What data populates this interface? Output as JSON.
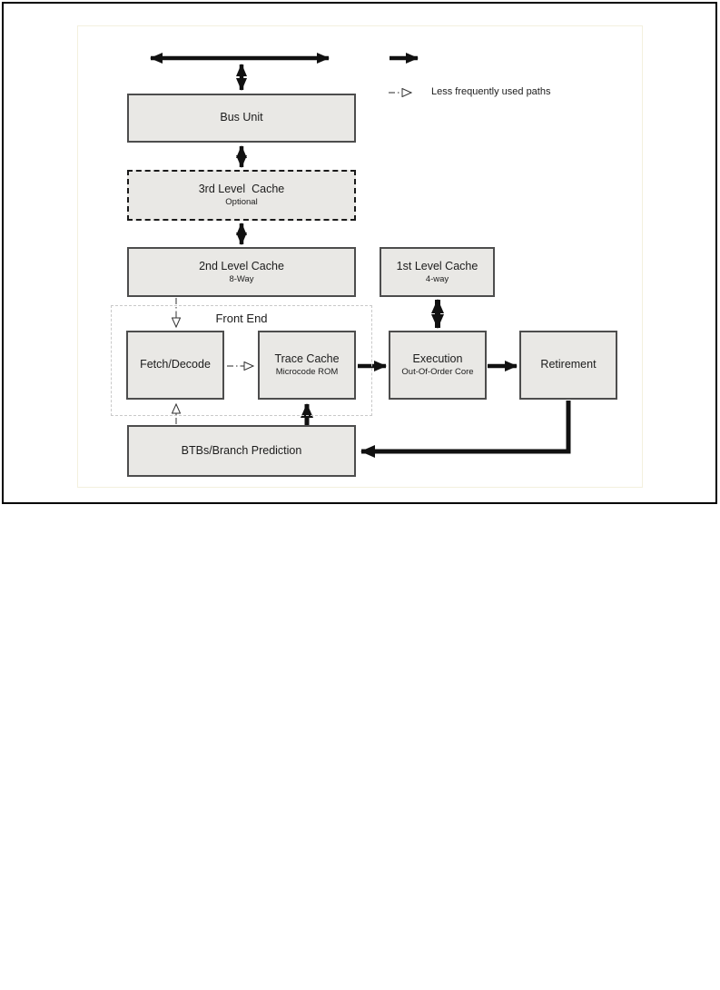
{
  "title": "Processor microarchitecture block diagram",
  "legend": {
    "dashdot_label": "Less frequently used paths",
    "solid_arrow_meaning": "frequently used path",
    "dashdot_arrow_meaning": "less frequently used path"
  },
  "nodes": {
    "bus_unit": {
      "title": "Bus Unit"
    },
    "l3_cache": {
      "title": "3rd Level  Cache",
      "subtitle": "Optional",
      "style": "dashed-border"
    },
    "l2_cache": {
      "title": "2nd Level Cache",
      "subtitle": "8-Way"
    },
    "l1_cache": {
      "title": "1st Level Cache",
      "subtitle": "4-way"
    },
    "front_end": {
      "title": "Front End"
    },
    "fetch_decode": {
      "title": "Fetch/Decode"
    },
    "trace_cache": {
      "title": "Trace Cache",
      "subtitle": "Microcode ROM"
    },
    "execution": {
      "title": "Execution",
      "subtitle": "Out-Of-Order Core"
    },
    "retirement": {
      "title": "Retirement"
    },
    "btbs": {
      "title": "BTBs/Branch Prediction"
    }
  },
  "connections": [
    {
      "from": "system-bus",
      "to": "bus_unit",
      "type": "solid-double"
    },
    {
      "from": "bus_unit",
      "to": "l3_cache",
      "type": "solid-double"
    },
    {
      "from": "l3_cache",
      "to": "l2_cache",
      "type": "solid-double"
    },
    {
      "from": "l2_cache",
      "to": "fetch_decode",
      "type": "dashdot"
    },
    {
      "from": "fetch_decode",
      "to": "trace_cache",
      "type": "dashdot"
    },
    {
      "from": "trace_cache",
      "to": "execution",
      "type": "solid"
    },
    {
      "from": "l1_cache",
      "to": "execution",
      "type": "solid-double"
    },
    {
      "from": "execution",
      "to": "retirement",
      "type": "solid"
    },
    {
      "from": "retirement",
      "to": "btbs",
      "type": "solid"
    },
    {
      "from": "btbs",
      "to": "trace_cache",
      "type": "solid"
    },
    {
      "from": "btbs",
      "to": "fetch_decode",
      "type": "dashdot"
    }
  ],
  "colors": {
    "node_fill": "#e9e8e5",
    "node_border": "#4d4d4d",
    "arrow": "#111111",
    "dashdot": "#555555",
    "frontend_border": "#c9c9c9",
    "outer_border": "#000000"
  }
}
